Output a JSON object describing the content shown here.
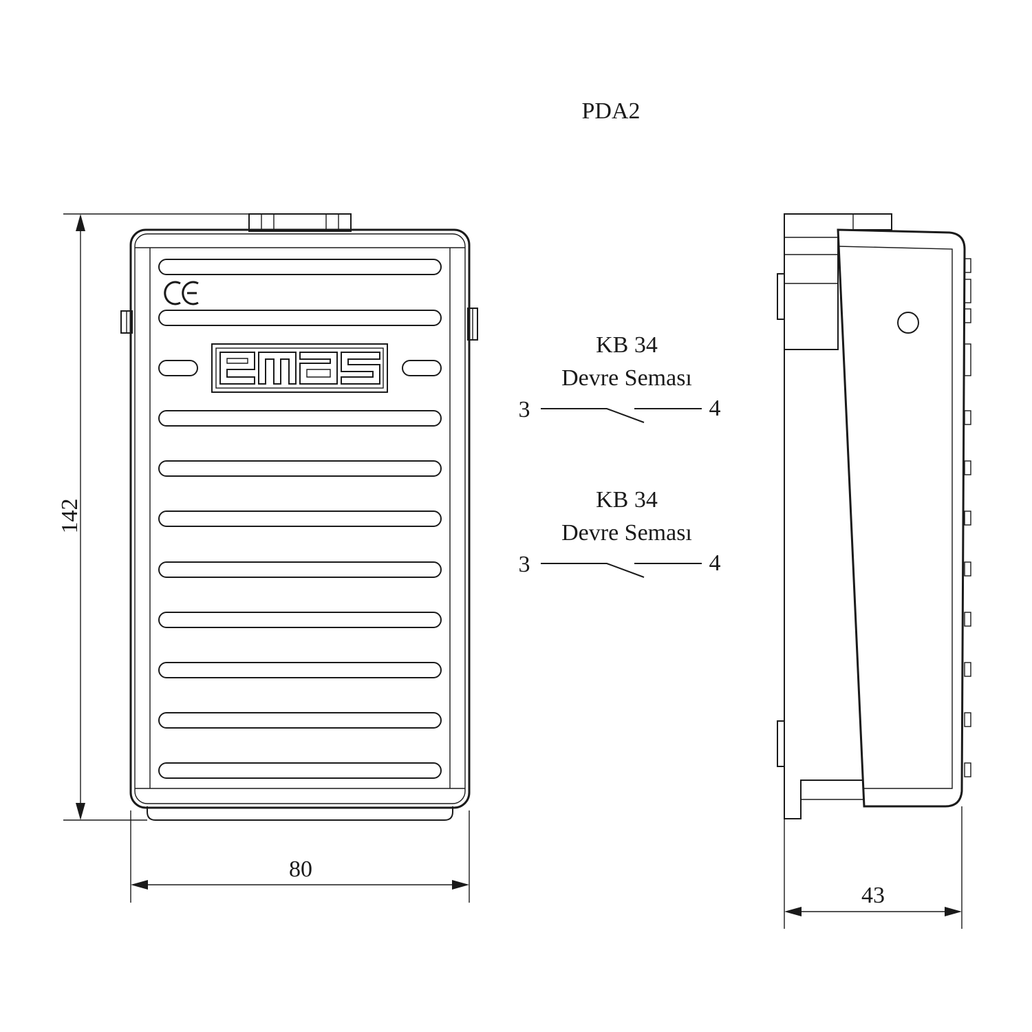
{
  "title": "PDA2",
  "front_view": {
    "logo_text": "emas",
    "mark": "CE",
    "slot_count": 10
  },
  "dimensions": {
    "height": "142",
    "width": "80",
    "depth": "43"
  },
  "circuit_diagrams": [
    {
      "model": "KB 34",
      "caption": "Devre Seması",
      "terminal_left": "3",
      "terminal_right": "4"
    },
    {
      "model": "KB 34",
      "caption": "Devre Seması",
      "terminal_left": "3",
      "terminal_right": "4"
    }
  ]
}
